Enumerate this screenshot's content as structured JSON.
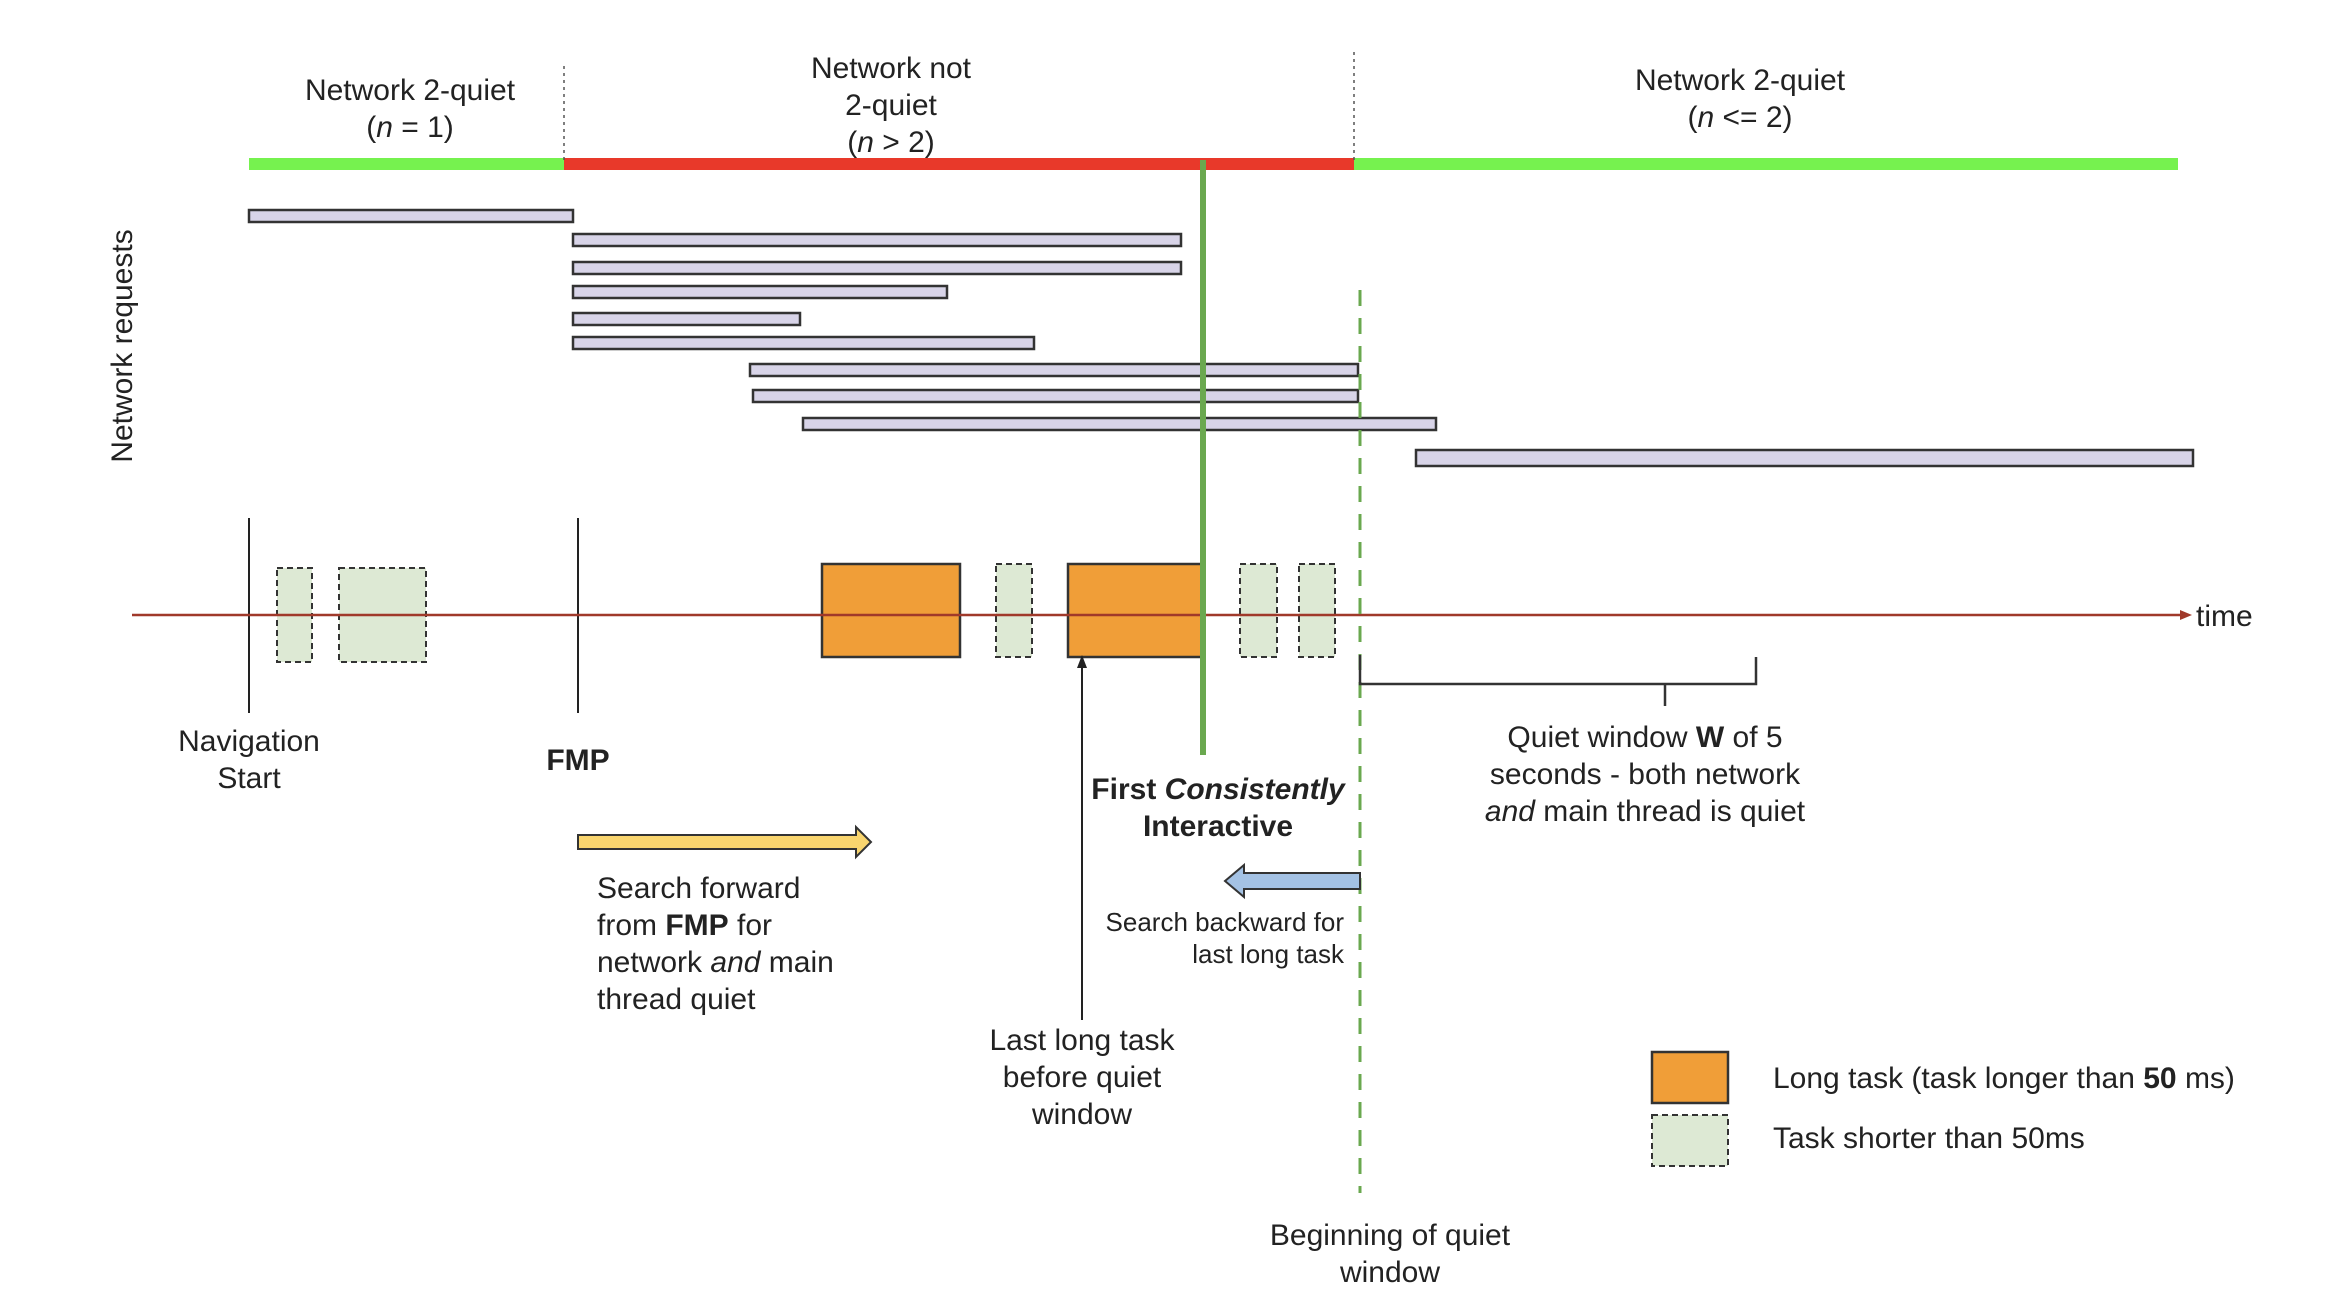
{
  "diagram": {
    "title": "First Consistently Interactive timeline",
    "network_segments": [
      {
        "label_line1": "Network 2-quiet",
        "label_cond_var": "n",
        "label_cond_rest": " = 1)",
        "state": "quiet",
        "color": "#76f24f"
      },
      {
        "label_line1": "Network not",
        "label_line2": "2-quiet",
        "label_cond_var": "n",
        "label_cond_rest": " > 2)",
        "state": "not-quiet",
        "color": "#e8392a"
      },
      {
        "label_line1": "Network 2-quiet",
        "label_cond_var": "n",
        "label_cond_rest": " <= 2)",
        "state": "quiet",
        "color": "#76f24f"
      }
    ],
    "network_requests_label": "Network requests",
    "network_request_count": 10,
    "time_axis_label": "time",
    "markers": {
      "navigation_start": {
        "line1": "Navigation",
        "line2": "Start"
      },
      "fmp": {
        "label": "FMP"
      },
      "fci": {
        "bold1": "First ",
        "italic": "Consistently",
        "bold2": "Interactive"
      },
      "quiet_begin": {
        "line1": "Beginning of quiet",
        "line2": "window"
      }
    },
    "annotations": {
      "search_forward": {
        "line1": "Search forward",
        "line2_pre": "from ",
        "line2_bold": "FMP",
        "line2_post": " for",
        "line3_pre": "network ",
        "line3_italic": "and",
        "line3_post": " main",
        "line4": "thread quiet"
      },
      "search_backward": {
        "line1": "Search backward for",
        "line2": "last long task"
      },
      "last_long_task": {
        "line1": "Last long task",
        "line2": "before quiet",
        "line3": "window"
      },
      "quiet_window": {
        "line1_pre": "Quiet window ",
        "line1_bold": "W",
        "line1_post": " of 5",
        "line2": "seconds - both network",
        "line3_italic": "and",
        "line3_post": " main thread is quiet"
      }
    },
    "tasks": [
      {
        "type": "short"
      },
      {
        "type": "short"
      },
      {
        "type": "long"
      },
      {
        "type": "short"
      },
      {
        "type": "long"
      },
      {
        "type": "short"
      },
      {
        "type": "short"
      }
    ],
    "legend": {
      "long_task": {
        "pre": "Long task (task longer than ",
        "bold": "50",
        "post": " ms)",
        "color": "#f09e38"
      },
      "short_task": {
        "label": "Task shorter than 50ms",
        "color": "#dde9d4"
      }
    },
    "colors": {
      "request_fill": "#d8d4e8",
      "time_axis": "#a0392a",
      "fci_line": "#6aa84f",
      "quiet_dashed": "#6aa84f",
      "forward_arrow": "#f9d56e",
      "backward_arrow": "#a4c2e4"
    }
  }
}
